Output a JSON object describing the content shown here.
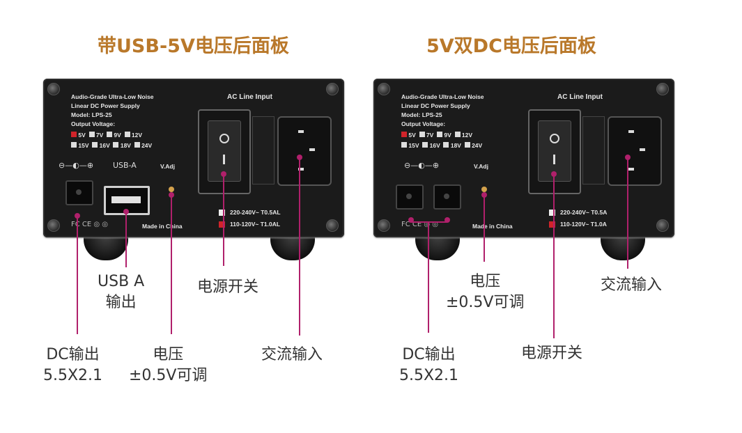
{
  "left": {
    "title": "带USB-5V电压后面板",
    "panel_lines": [
      "Audio-Grade Ultra-Low Noise",
      "Linear DC Power Supply",
      "Model: LPS-25",
      "Output Voltage:"
    ],
    "voltages_row1": [
      "5V",
      "7V",
      "9V",
      "12V"
    ],
    "voltages_row2": [
      "15V",
      "16V",
      "18V",
      "24V"
    ],
    "ac_line_input": "AC Line Input",
    "dc_symbol": "⊖—◐—⊕",
    "usb_a_text": "USB-A",
    "vadj_text": "V.Adj",
    "made_in": "Made in China",
    "fuse_1": "220-240V~   T0.5AL",
    "fuse_2": "110-120V~   T1.0AL",
    "cert_marks": "FC CE ◎ ◎",
    "labels": {
      "dc_out_1": "DC输出",
      "dc_out_2": "5.5X2.1",
      "usb_out_1": "USB A",
      "usb_out_2": "输出",
      "voltage_1": "电压",
      "voltage_2": "±0.5V可调",
      "power_switch": "电源开关",
      "ac_input": "交流输入"
    }
  },
  "right": {
    "title": "5V双DC电压后面板",
    "panel_lines": [
      "Audio-Grade Ultra-Low Noise",
      "Linear DC Power Supply",
      "Model: LPS-25",
      "Output Voltage:"
    ],
    "voltages_row1": [
      "5V",
      "7V",
      "9V",
      "12V"
    ],
    "voltages_row2": [
      "15V",
      "16V",
      "18V",
      "24V"
    ],
    "ac_line_input": "AC Line Input",
    "dc_symbol": "⊖—◐—⊕",
    "vadj_text": "V.Adj",
    "made_in": "Made in China",
    "fuse_1": "220-240V~   T0.5A",
    "fuse_2": "110-120V~   T1.0A",
    "cert_marks": "FC CE ◎ ◎",
    "labels": {
      "voltage_1": "电压",
      "voltage_2": "±0.5V可调",
      "ac_input": "交流输入",
      "dc_out_1": "DC输出",
      "dc_out_2": "5.5X2.1",
      "power_switch": "电源开关"
    }
  },
  "colors": {
    "title": "#b9782a",
    "leader": "#b0206b",
    "panel": "#1b1b1b"
  }
}
